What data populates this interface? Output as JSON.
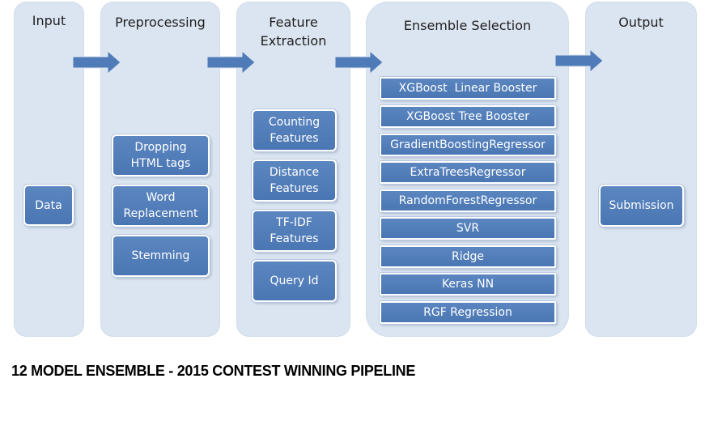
{
  "columns": {
    "input": {
      "title": "Input",
      "items": [
        "Data"
      ]
    },
    "preprocessing": {
      "title": "Preprocessing",
      "items": [
        "Dropping\nHTML tags",
        "Word\nReplacement",
        "Stemming"
      ]
    },
    "feature_extraction": {
      "title": "Feature\nExtraction",
      "items": [
        "Counting\nFeatures",
        "Distance\nFeatures",
        "TF-IDF\nFeatures",
        "Query Id"
      ]
    },
    "ensemble_selection": {
      "title": "Ensemble Selection",
      "items": [
        "XGBoost  Linear Booster",
        "XGBoost Tree Booster",
        "GradientBoostingRegressor",
        "ExtraTreesRegressor",
        "RandomForestRegressor",
        "SVR",
        "Ridge",
        "Keras NN",
        "RGF Regression"
      ]
    },
    "output": {
      "title": "Output",
      "items": [
        "Submission"
      ]
    }
  },
  "caption": "12 MODEL ENSEMBLE - 2015 CONTEST WINNING PIPELINE",
  "colors": {
    "panel": "#dbe5f1",
    "box": "#4f7bb8",
    "arrow": "#4f7bb8",
    "text": "#ffffff"
  },
  "icons": {
    "flow_arrow": "right-arrow-icon"
  }
}
